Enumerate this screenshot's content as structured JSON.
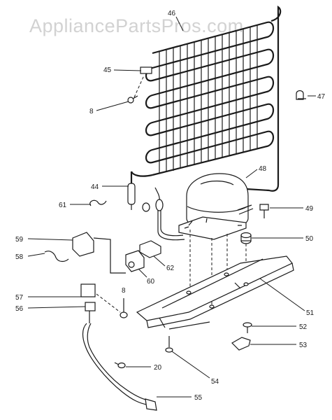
{
  "watermark": "AppliancePartsPros.com",
  "callouts": {
    "c46": "46",
    "c45": "45",
    "c47": "47",
    "c8a": "8",
    "c48": "48",
    "c44": "44",
    "c61": "61",
    "c49": "49",
    "c59": "59",
    "c50": "50",
    "c58": "58",
    "c62": "62",
    "c60": "60",
    "c8b": "8",
    "c57": "57",
    "c56": "56",
    "c51": "51",
    "c52": "52",
    "c53": "53",
    "c20": "20",
    "c54": "54",
    "c55": "55"
  }
}
